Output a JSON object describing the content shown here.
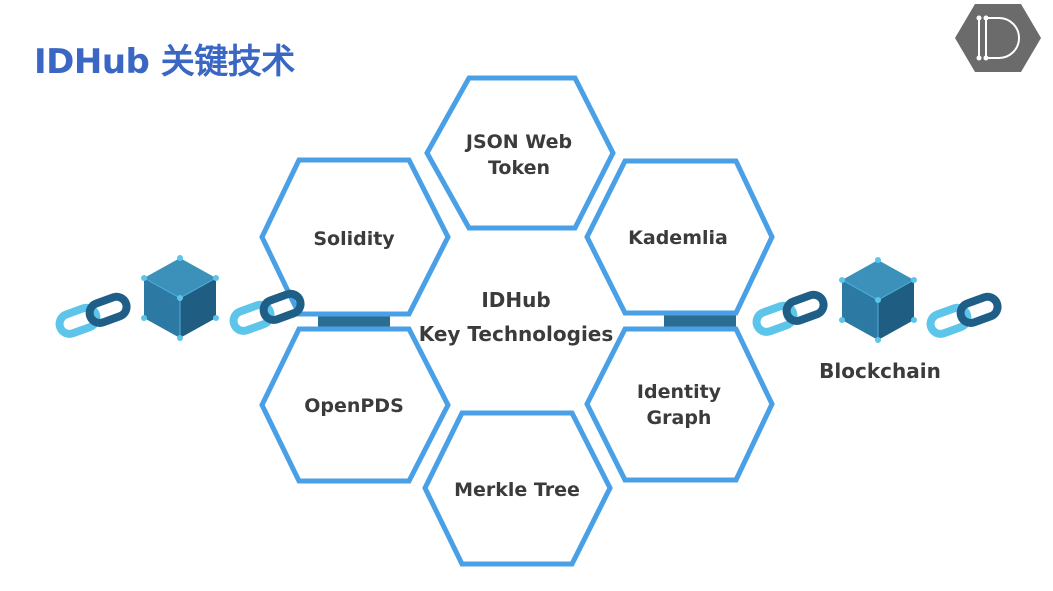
{
  "title": "IDHub 关键技术",
  "colors": {
    "title": "#3a66c4",
    "hex_stroke": "#4aa0e6",
    "cube_dark": "#1f5d82",
    "cube_mid": "#2c7aa3",
    "cube_light": "#3c91bb",
    "link_light": "#5ec5ea",
    "link_dark": "#1f5f87",
    "logo_bg": "#6b6b6b",
    "text": "#3b3b3b"
  },
  "center": {
    "line1": "IDHub",
    "line2": "Key Technologies"
  },
  "technologies": {
    "jwt": [
      "JSON Web",
      "Token"
    ],
    "solidity": "Solidity",
    "kademlia": "Kademlia",
    "openpds": "OpenPDS",
    "identity_graph": [
      "Identity",
      "Graph"
    ],
    "merkle_tree": "Merkle Tree"
  },
  "blockchain_label": "Blockchain",
  "icons": {
    "logo": "id-hexagon-logo-icon",
    "block": "blockchain-cube-icon",
    "link": "chain-link-icon"
  }
}
